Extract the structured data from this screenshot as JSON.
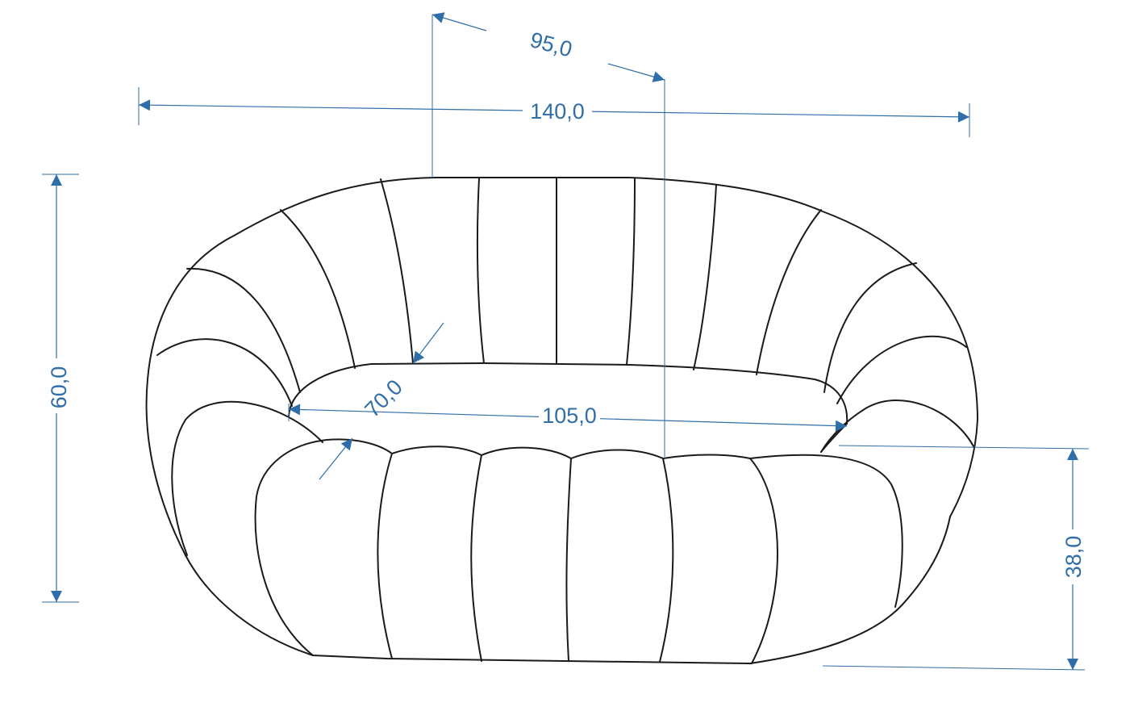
{
  "colors": {
    "dimension": "#2f6ea8",
    "outline": "#1a1a1a",
    "background": "#ffffff"
  },
  "dimensions": {
    "depth": "95,0",
    "width": "140,0",
    "height": "60,0",
    "seat_depth": "70,0",
    "seat_width": "105,0",
    "seat_height": "38,0"
  }
}
